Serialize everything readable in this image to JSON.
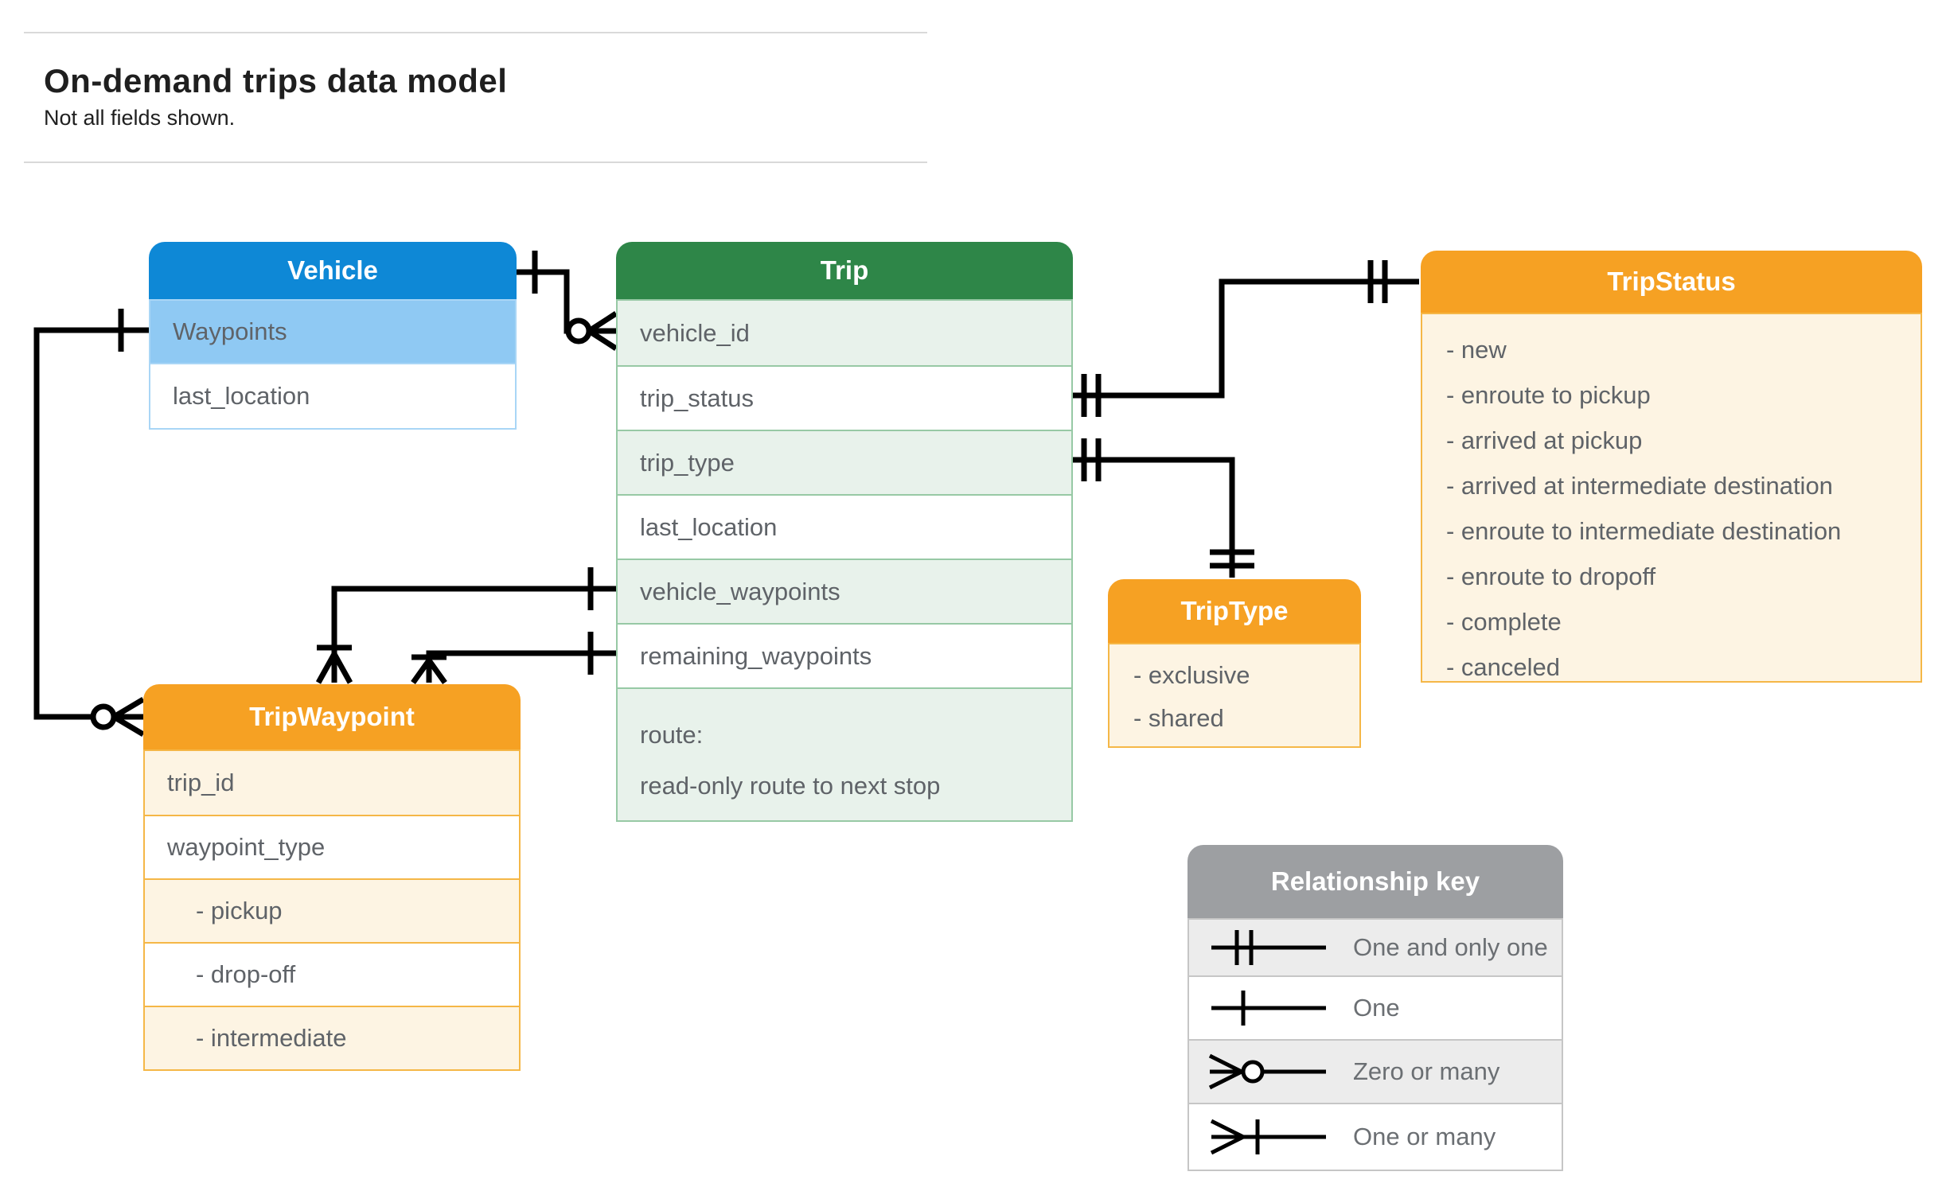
{
  "page": {
    "title": "On-demand trips data model",
    "subtitle": "Not all fields shown."
  },
  "entities": {
    "vehicle": {
      "title": "Vehicle",
      "rows": [
        {
          "label": "Waypoints"
        },
        {
          "label": "last_location"
        }
      ]
    },
    "trip": {
      "title": "Trip",
      "rows": [
        {
          "label": "vehicle_id"
        },
        {
          "label": "trip_status"
        },
        {
          "label": "trip_type"
        },
        {
          "label": "last_location"
        },
        {
          "label": "vehicle_waypoints"
        },
        {
          "label": "remaining_waypoints"
        },
        {
          "label": "route:",
          "label2": "read-only route to next stop"
        }
      ]
    },
    "trip_status": {
      "title": "TripStatus",
      "items": [
        "- new",
        "- enroute to pickup",
        "- arrived at pickup",
        "- arrived at intermediate destination",
        "- enroute to intermediate destination",
        "- enroute to dropoff",
        "- complete",
        "- canceled"
      ]
    },
    "trip_type": {
      "title": "TripType",
      "items": [
        "- exclusive",
        "- shared"
      ]
    },
    "trip_waypoint": {
      "title": "TripWaypoint",
      "rows": [
        {
          "label": "trip_id"
        },
        {
          "label": "waypoint_type"
        },
        {
          "label": "- pickup"
        },
        {
          "label": "- drop-off"
        },
        {
          "label": "- intermediate"
        }
      ]
    }
  },
  "legend": {
    "title": "Relationship key",
    "rows": [
      {
        "symbol": "one-and-only-one",
        "label": "One and only one"
      },
      {
        "symbol": "one",
        "label": "One"
      },
      {
        "symbol": "zero-or-many",
        "label": "Zero or many"
      },
      {
        "symbol": "one-or-many",
        "label": "One or many"
      }
    ]
  },
  "colors": {
    "blue_header": "#0e88d6",
    "blue_row": "#8fc9f3",
    "blue_border": "#a9d6f6",
    "green_header": "#2e8648",
    "green_row": "#e8f2eb",
    "green_border": "#97c9a5",
    "orange_header": "#f6a123",
    "cream_row": "#fdf4e3",
    "orange_border": "#f5b747",
    "gray_header": "#9d9fa2",
    "gray_row": "#ececec",
    "gray_border": "#c6c6c6",
    "field_text": "#5f6368",
    "line": "#000000"
  }
}
